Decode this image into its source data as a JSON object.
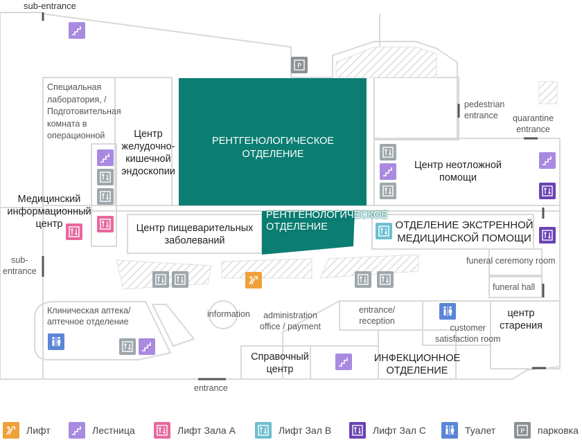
{
  "colors": {
    "lift": "#f0a03a",
    "stairs": "#a98ae0",
    "lift_a": "#e7689f",
    "lift_b": "#6dbfd0",
    "lift_c": "#6a43b5",
    "toilet": "#5b86d6",
    "parking": "#8a9296",
    "generic_lift": "#9ea7ab",
    "radiology": "#0b7d72"
  },
  "labels": {
    "sub_entrance_top": "sub-entrance",
    "special_lab": [
      "Специальная",
      "лаборатория, /",
      "Подготовительная",
      "комната в",
      "операционной"
    ],
    "gi_endoscopy": [
      "Центр",
      "желудочно-",
      "кишечной",
      "эндоскопии"
    ],
    "radiology_main": [
      "РЕНТГЕНОЛОГИЧЕСКОЕ",
      "ОТДЕЛЕНИЕ"
    ],
    "radiology_small": [
      "РЕНТГЕНОЛОГИЧЕСКОЕ",
      "ОТДЕЛЕНИЕ"
    ],
    "pedestrian_entrance": [
      "pedestrian",
      "entrance"
    ],
    "quarantine_entrance": [
      "quarantine",
      "entrance"
    ],
    "emergency_center": [
      "Центр неотложной",
      "помощи"
    ],
    "medical_info": [
      "Медицинский",
      "информационный",
      "центр"
    ],
    "digestive_center": [
      "Центр пищеварительных",
      "заболеваний"
    ],
    "emergency_dept": [
      "ОТДЕЛЕНИЕ ЭКСТРЕННОЙ",
      "МЕДИЦИНСКОЙ ПОМОЩИ"
    ],
    "funeral_ceremony_room": "funeral ceremony room",
    "funeral_hall": "funeral hall",
    "sub_entrance_left": [
      "sub-",
      "entrance"
    ],
    "clinical_pharmacy": [
      "Клиническая аптека/",
      "аптечное отделение"
    ],
    "information": "information",
    "admin_office": [
      "administration",
      "office / payment"
    ],
    "entrance_reception": [
      "entrance/",
      "reception"
    ],
    "aging_center": [
      "центр",
      "старения"
    ],
    "customer_satisfaction": [
      "customer",
      "satisfaction room"
    ],
    "help_center": [
      "Справочный",
      "центр"
    ],
    "infectious_dept": [
      "ИНФЕКЦИОННОЕ",
      "ОТДЕЛЕНИЕ"
    ],
    "entrance_bottom": "entrance"
  },
  "legend": [
    {
      "key": "lift",
      "label": "Лифт"
    },
    {
      "key": "stairs",
      "label": "Лестница"
    },
    {
      "key": "lift_a",
      "label": "Лифт Зала А"
    },
    {
      "key": "lift_b",
      "label": "Лифт Зал В"
    },
    {
      "key": "lift_c",
      "label": "Лифт Зал С"
    },
    {
      "key": "toilet",
      "label": "Туалет"
    },
    {
      "key": "parking",
      "label": "парковка"
    }
  ]
}
